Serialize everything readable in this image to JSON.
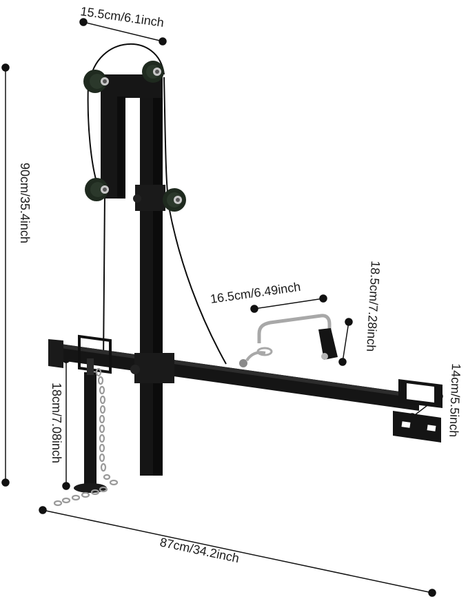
{
  "dimensions": {
    "top_width": "15.5cm/6.1inch",
    "height": "90cm/35.4inch",
    "handle_width": "16.5cm/6.49inch",
    "handle_height": "18.5cm/7.28inch",
    "bracket_height": "14cm/5.5inch",
    "post_height": "18cm/7.08inch",
    "base_length": "87cm/34.2inch"
  },
  "colors": {
    "frame": "#111111",
    "pulley": "#1f2a1f",
    "cable": "#0d0d0d",
    "chain": "#9a9a9a",
    "handle_metal": "#a8a8a8",
    "dimension_line": "#111111",
    "background": "#ffffff"
  }
}
